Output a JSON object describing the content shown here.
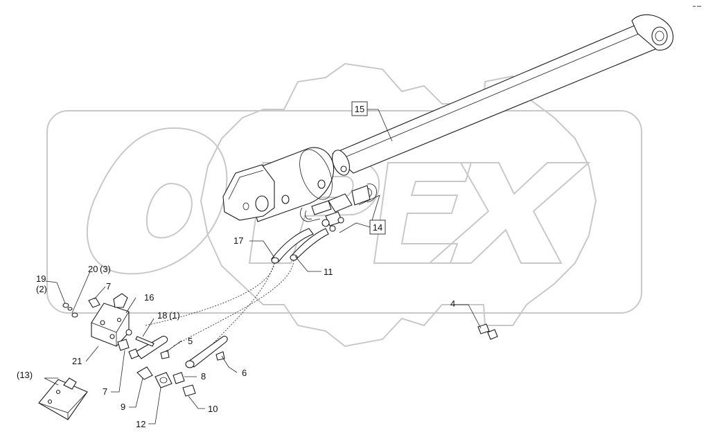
{
  "watermark": {
    "text": "OPEX",
    "color": "#c8c8c8"
  },
  "corner_mark": "▪▪ ▪▪▪",
  "callouts": {
    "c15": "15",
    "c14": "14",
    "c17": "17",
    "c11": "11",
    "c19": "19",
    "c19q": "(2)",
    "c20": "20",
    "c20q": "(3)",
    "c7a": "7",
    "c16": "16",
    "c18": "18",
    "c18q": "(1)",
    "c4": "4",
    "c5": "5",
    "c6": "6",
    "c21": "21",
    "c13": "(13)",
    "c7b": "7",
    "c8": "8",
    "c9": "9",
    "c10": "10",
    "c12": "12"
  }
}
